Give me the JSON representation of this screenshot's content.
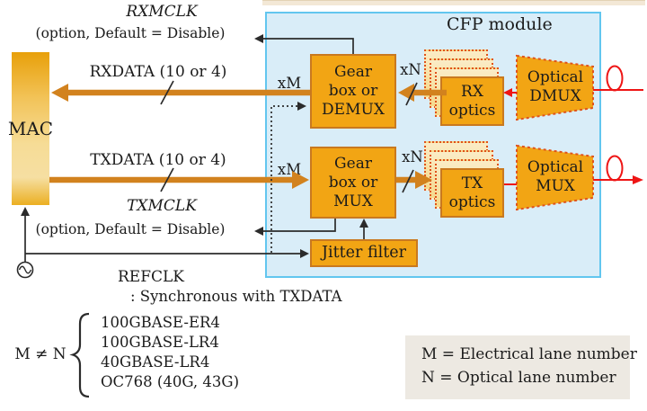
{
  "diagram": {
    "mac_label": "MAC",
    "cfp_title": "CFP module",
    "rx": {
      "mclk": "RXMCLK",
      "mclk_option": "(option, Default = Disable)",
      "data": "RXDATA (10 or 4)",
      "elec_lanes": "xM",
      "opt_lanes": "xN",
      "gearbox": [
        "Gear",
        "box or",
        "DEMUX"
      ],
      "optics": [
        "RX",
        "optics"
      ],
      "optical_mux": [
        "Optical",
        "DMUX"
      ]
    },
    "tx": {
      "mclk": "TXMCLK",
      "mclk_option": "(option, Default = Disable)",
      "data": "TXDATA (10 or 4)",
      "elec_lanes": "xM",
      "opt_lanes": "xN",
      "gearbox": [
        "Gear",
        "box or",
        "MUX"
      ],
      "optics": [
        "TX",
        "optics"
      ],
      "optical_mux": [
        "Optical",
        "MUX"
      ],
      "jitter_filter": "Jitter filter"
    },
    "refclk": {
      "label": "REFCLK",
      "note": ": Synchronous with TXDATA"
    }
  },
  "footnote": {
    "condition": "M ≠ N",
    "standards": [
      "100GBASE-ER4",
      "100GBASE-LR4",
      "40GBASE-LR4",
      "OC768 (40G, 43G)"
    ]
  },
  "legend": {
    "m_line": "M = Electrical lane number",
    "n_line": "N = Optical lane number"
  },
  "colors": {
    "block_fill": "#F2A514",
    "block_border": "#C9791F",
    "arrow_orange": "#D2821E",
    "cfp_fill": "#D9EDF8",
    "cfp_border": "#62C6EF",
    "fiber_red": "#EE1515",
    "stack_dotted_border": "#E0521B",
    "legend_fill": "#EDE9E2",
    "line_black": "#2B2B2B"
  }
}
